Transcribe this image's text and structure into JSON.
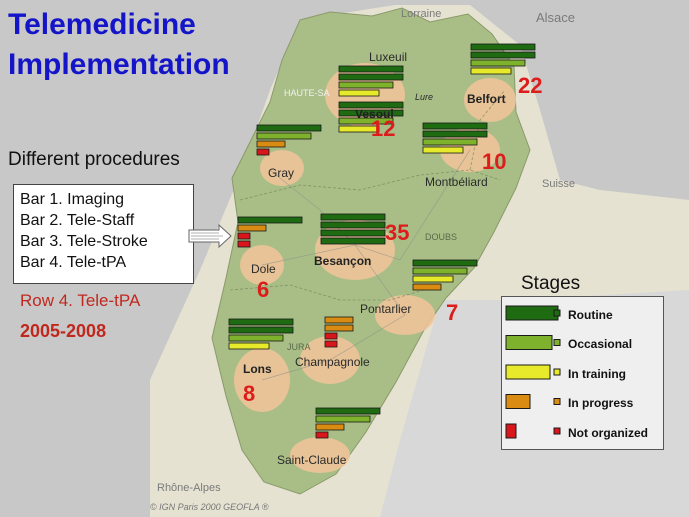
{
  "title_line1": "Telemedicine",
  "title_line2": "Implementation",
  "procedures_heading": "Different procedures",
  "bar_legend": [
    "Bar 1. Imaging",
    "Bar 2. Tele-Staff",
    "Bar 3. Tele-Stroke",
    "Bar 4. Tele-tPA"
  ],
  "row_note": "Row 4. Tele-tPA",
  "years": "2005-2008",
  "stages_title": "Stages",
  "stages": [
    {
      "label": "Routine",
      "color": "#1f6b12"
    },
    {
      "label": "Occasional",
      "color": "#7fb22c"
    },
    {
      "label": "In training",
      "color": "#e7ea2b"
    },
    {
      "label": "In progress",
      "color": "#d98b12"
    },
    {
      "label": "Not organized",
      "color": "#d8161c"
    }
  ],
  "places": {
    "luxeuil": "Luxeuil",
    "vesoul": "Vesoul",
    "lure": "Lure",
    "belfort": "Belfort",
    "montbeliard": "Montbéliard",
    "gray": "Gray",
    "besancon": "Besançon",
    "doubs": "DOUBS",
    "dole": "Dole",
    "pontarlier": "Pontarlier",
    "champagnole": "Champagnole",
    "lons": "Lons",
    "saint_claude": "Saint-Claude",
    "haute_saone": "HAUTE-SA",
    "jura": "JURA"
  },
  "outside_labels": {
    "lorraine": "Lorraine",
    "alsace": "Alsace",
    "suisse": "Suisse",
    "rhone_alpes": "Rhône-Alpes"
  },
  "credit": "© IGN Paris 2000 GEOFLA ®",
  "hospitals": [
    {
      "id": "luxeuil",
      "count": "",
      "stages": [
        "Routine",
        "Routine",
        "Occasional",
        "In training"
      ]
    },
    {
      "id": "vesoul",
      "count": "12",
      "stages": [
        "Routine",
        "Routine",
        "Occasional",
        "In training"
      ]
    },
    {
      "id": "belfort",
      "count": "22",
      "stages": [
        "Routine",
        "Routine",
        "Occasional",
        "In training"
      ]
    },
    {
      "id": "montbeliard",
      "count": "10",
      "stages": [
        "Routine",
        "Routine",
        "Occasional",
        "In training"
      ]
    },
    {
      "id": "gray",
      "count": "",
      "stages": [
        "Routine",
        "Occasional",
        "In progress",
        "Not organized"
      ]
    },
    {
      "id": "dole",
      "count": "6",
      "stages": [
        "Routine",
        "In progress",
        "Not organized",
        "Not organized"
      ]
    },
    {
      "id": "besancon",
      "count": "35",
      "stages": [
        "Routine",
        "Routine",
        "Routine",
        "Routine"
      ]
    },
    {
      "id": "pontarlier",
      "count": "7",
      "stages": [
        "Routine",
        "Occasional",
        "In training",
        "In progress"
      ]
    },
    {
      "id": "lons",
      "count": "8",
      "stages": [
        "Routine",
        "Routine",
        "Occasional",
        "In training"
      ]
    },
    {
      "id": "champagnole",
      "count": "",
      "stages": [
        "In progress",
        "In progress",
        "Not organized",
        "Not organized"
      ]
    },
    {
      "id": "saint_claude",
      "count": "",
      "stages": [
        "Routine",
        "Occasional",
        "In progress",
        "Not organized"
      ]
    }
  ]
}
